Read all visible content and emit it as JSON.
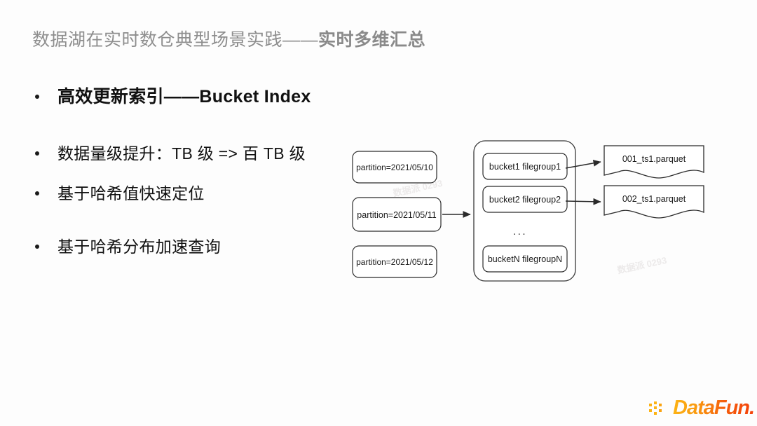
{
  "slide": {
    "title_normal": "数据湖在实时数仓典型场景实践——",
    "title_strong": "实时多维汇总",
    "background_color": "#fdfdfd"
  },
  "bullets": [
    {
      "text": "高效更新索引——Bucket Index",
      "emphasis": "bold"
    },
    {
      "text": "数据量级提升：TB 级 => 百 TB 级",
      "emphasis": "normal"
    },
    {
      "text": "基于哈希值快速定位",
      "emphasis": "normal"
    },
    {
      "text": "基于哈希分布加速查询",
      "emphasis": "normal"
    }
  ],
  "diagram": {
    "partitions": [
      "partition=2021/05/10",
      "partition=2021/05/11",
      "partition=2021/05/12"
    ],
    "buckets": [
      "bucket1 filegroup1",
      "bucket2 filegroup2",
      "bucketN filegroupN"
    ],
    "bucket_ellipsis": "...",
    "files": [
      "001_ts1.parquet",
      "002_ts1.parquet"
    ],
    "stroke_color": "#2b2b2b"
  },
  "watermarks": [
    "数据派 0293",
    "数据派 0293",
    "数据派 0293",
    "数据派 0293"
  ],
  "logo": {
    "text": "DataFun.",
    "color_start": "#fcb315",
    "color_end": "#f4410a"
  }
}
